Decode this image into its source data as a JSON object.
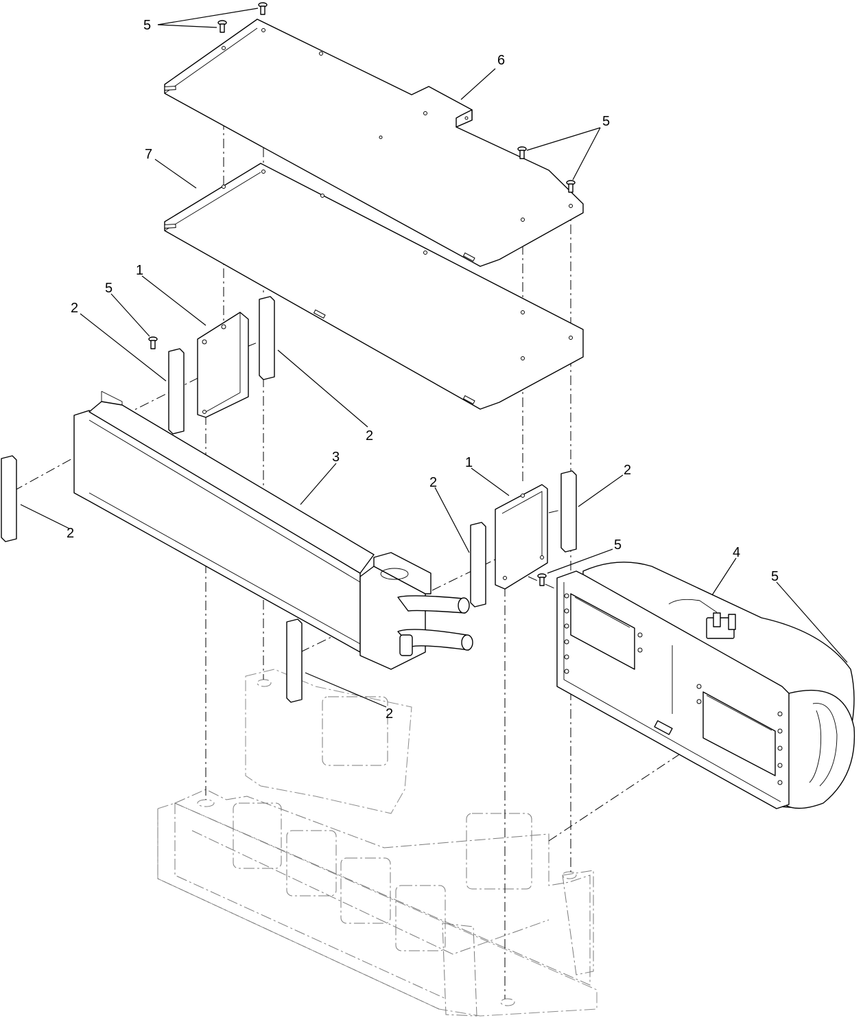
{
  "callouts": {
    "screws_top": "5",
    "cover_plate": "6",
    "screws_cover_right": "5",
    "gasket_plate": "7",
    "bracket_left": "1",
    "screw_bracket_left": "5",
    "seal_left_upper": "2",
    "seal_left_mid": "2",
    "seal_end_left": "2",
    "heater_core": "3",
    "bracket_right": "1",
    "seal_right_upper": "2",
    "seal_right_lower": "2",
    "screw_bracket_right": "5",
    "blower": "4",
    "screw_blower": "5",
    "seal_bottom": "2"
  }
}
